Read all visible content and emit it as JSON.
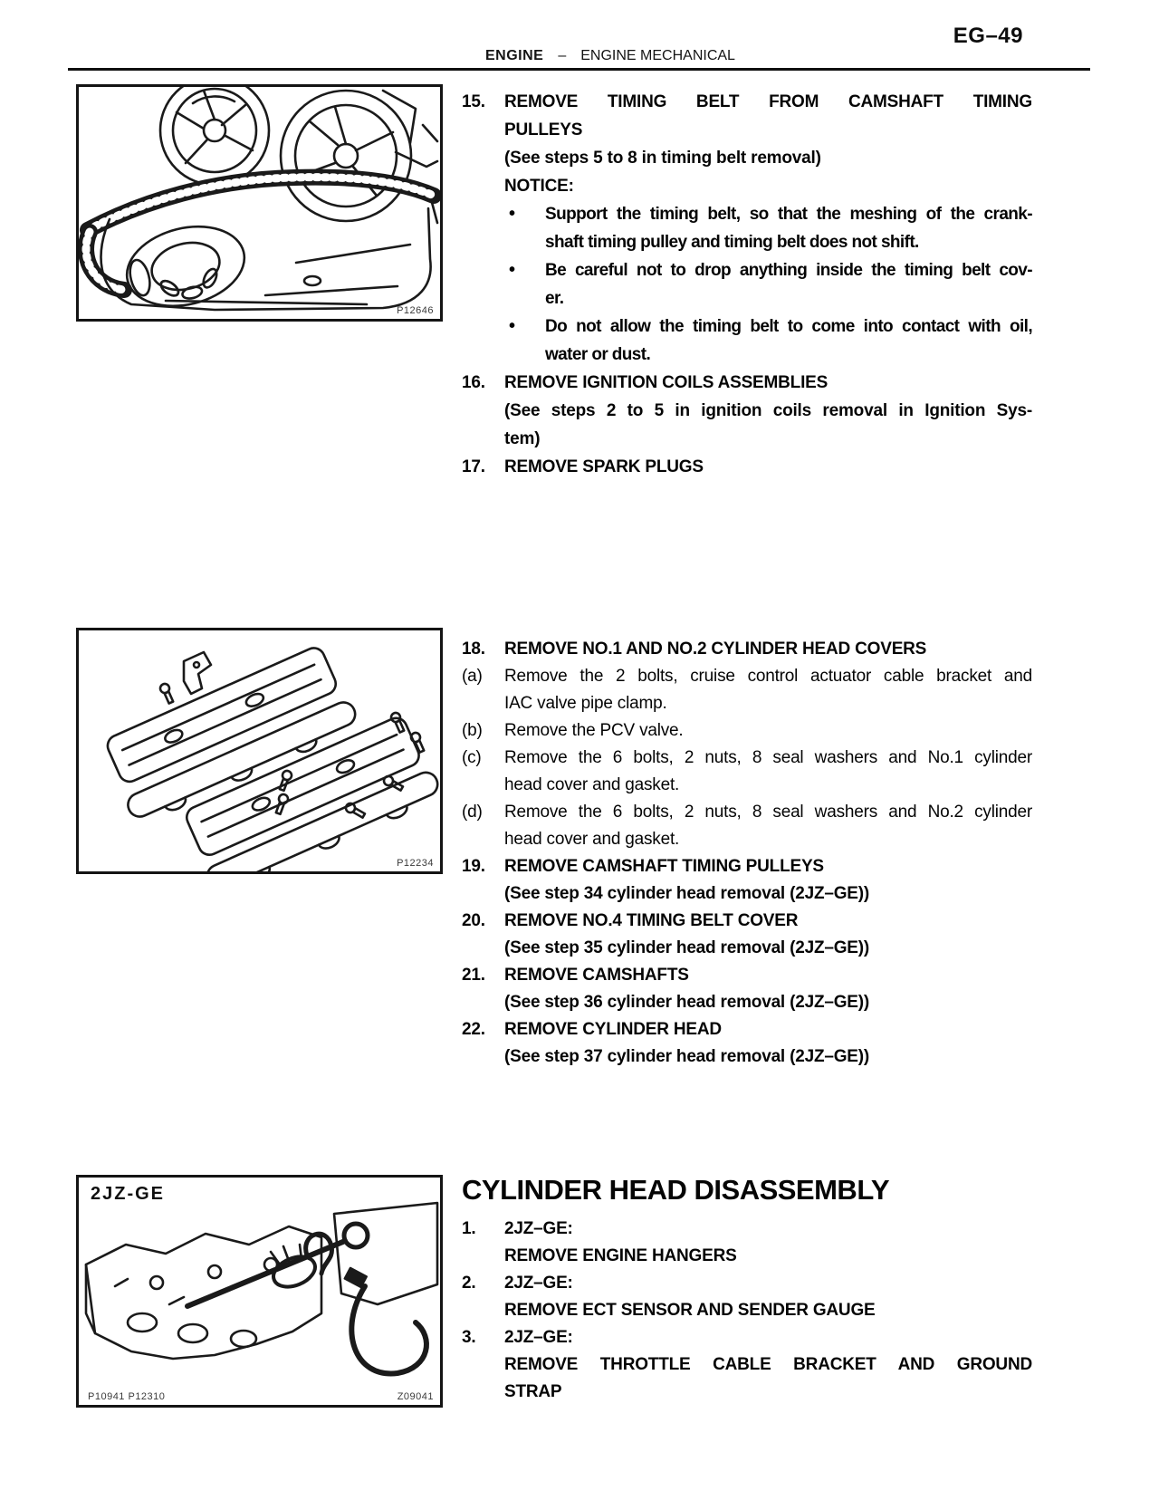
{
  "header": {
    "page_code": "EG–49",
    "section": "ENGINE",
    "separator": "–",
    "subsection": "ENGINE MECHANICAL"
  },
  "figures": [
    {
      "name": "timing-belt-camshaft-pulleys",
      "code": "P12646"
    },
    {
      "name": "cylinder-head-covers-exploded",
      "code": "P12234"
    },
    {
      "name": "cylinder-head-2jz-ge",
      "engine_label": "2JZ-GE",
      "code_left": "P10941 P12310",
      "code_right": "Z09041"
    }
  ],
  "steps_15_17": {
    "lines": [
      {
        "m": "15.",
        "t": "REMOVE TIMING BELT FROM CAMSHAFT TIMING",
        "b": 1,
        "j": 1
      },
      {
        "t": "PULLEYS",
        "b": 1
      },
      {
        "t": "(See steps 5 to 8 in timing belt removal)",
        "b": 1
      },
      {
        "t": "NOTICE:",
        "b": 1
      },
      {
        "m": "•",
        "t": "Support the timing belt, so that the meshing of the crank-",
        "b": 1,
        "j": 1,
        "bl": 1
      },
      {
        "t": "shaft timing pulley and timing belt does not shift.",
        "b": 1,
        "bl": 1
      },
      {
        "m": "•",
        "t": "Be careful not to drop anything inside the timing belt cov-",
        "b": 1,
        "j": 1,
        "bl": 1
      },
      {
        "t": "er.",
        "b": 1,
        "bl": 1
      },
      {
        "m": "•",
        "t": "Do not allow the timing belt to come into contact with oil,",
        "b": 1,
        "j": 1,
        "bl": 1
      },
      {
        "t": "water or dust.",
        "b": 1,
        "bl": 1
      },
      {
        "m": "16.",
        "t": "REMOVE IGNITION COILS ASSEMBLIES",
        "b": 1
      },
      {
        "t": "(See steps 2 to 5 in ignition coils removal in Ignition Sys-",
        "b": 1,
        "j": 1
      },
      {
        "t": "tem)",
        "b": 1
      },
      {
        "m": "17.",
        "t": "REMOVE SPARK PLUGS",
        "b": 1
      }
    ]
  },
  "steps_18_22": {
    "lines": [
      {
        "m": "18.",
        "t": "REMOVE NO.1 AND NO.2 CYLINDER HEAD COVERS",
        "b": 1
      },
      {
        "m": "(a)",
        "t": "Remove the 2 bolts, cruise control actuator cable bracket and",
        "j": 1
      },
      {
        "t": "IAC valve pipe clamp."
      },
      {
        "m": "(b)",
        "t": "Remove the PCV valve."
      },
      {
        "m": "(c)",
        "t": "Remove the 6 bolts, 2 nuts, 8 seal washers and No.1 cylinder",
        "j": 1
      },
      {
        "t": "head cover and gasket."
      },
      {
        "m": "(d)",
        "t": "Remove the 6 bolts, 2 nuts, 8 seal washers and No.2 cylinder",
        "j": 1
      },
      {
        "t": "head cover and gasket."
      },
      {
        "m": "19.",
        "t": "REMOVE CAMSHAFT TIMING PULLEYS",
        "b": 1
      },
      {
        "t": "(See step 34 cylinder head removal (2JZ–GE))",
        "b": 1
      },
      {
        "m": "20.",
        "t": "REMOVE NO.4 TIMING BELT COVER",
        "b": 1
      },
      {
        "t": "(See step 35 cylinder head removal (2JZ–GE))",
        "b": 1
      },
      {
        "m": "21.",
        "t": "REMOVE CAMSHAFTS",
        "b": 1
      },
      {
        "t": "(See step 36 cylinder head removal (2JZ–GE))",
        "b": 1
      },
      {
        "m": "22.",
        "t": "REMOVE CYLINDER HEAD",
        "b": 1
      },
      {
        "t": "(See step 37 cylinder head removal (2JZ–GE))",
        "b": 1
      }
    ]
  },
  "disassembly": {
    "title": "CYLINDER HEAD DISASSEMBLY",
    "lines": [
      {
        "m": "1.",
        "t": "2JZ–GE:",
        "b": 1
      },
      {
        "t": "REMOVE ENGINE HANGERS",
        "b": 1
      },
      {
        "m": "2.",
        "t": "2JZ–GE:",
        "b": 1
      },
      {
        "t": "REMOVE ECT SENSOR AND SENDER GAUGE",
        "b": 1
      },
      {
        "m": "3.",
        "t": "2JZ–GE:",
        "b": 1
      },
      {
        "t": "REMOVE THROTTLE CABLE BRACKET AND GROUND",
        "b": 1,
        "j": 1
      },
      {
        "t": "STRAP",
        "b": 1
      }
    ]
  }
}
